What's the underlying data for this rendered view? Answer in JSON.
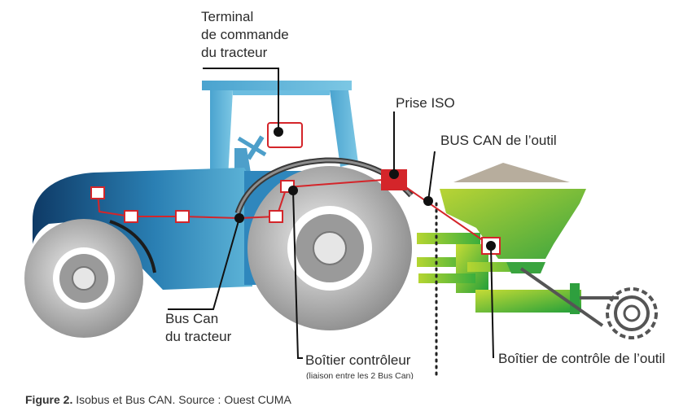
{
  "labels": {
    "terminal": [
      "Terminal",
      "de commande",
      "du tracteur"
    ],
    "prise_iso": "Prise ISO",
    "bus_can_outil": "BUS CAN de l’outil",
    "bus_can_tracteur": [
      "Bus Can",
      "du tracteur"
    ],
    "boitier_controleur": "Boîtier contrôleur",
    "boitier_controleur_note": "(liaison entre les 2 Bus Can)",
    "boitier_outil": "Boîtier de contrôle de l’outil"
  },
  "caption": {
    "figure": "Figure 2.",
    "text": " Isobus et Bus CAN. Source : Ouest CUMA"
  },
  "colors": {
    "tractor_dark": "#0e3a66",
    "tractor_light": "#5fb6d9",
    "implement_light": "#b5d531",
    "implement_dark": "#1f9e3a",
    "bus": "#d4252a",
    "leader": "#111111"
  }
}
